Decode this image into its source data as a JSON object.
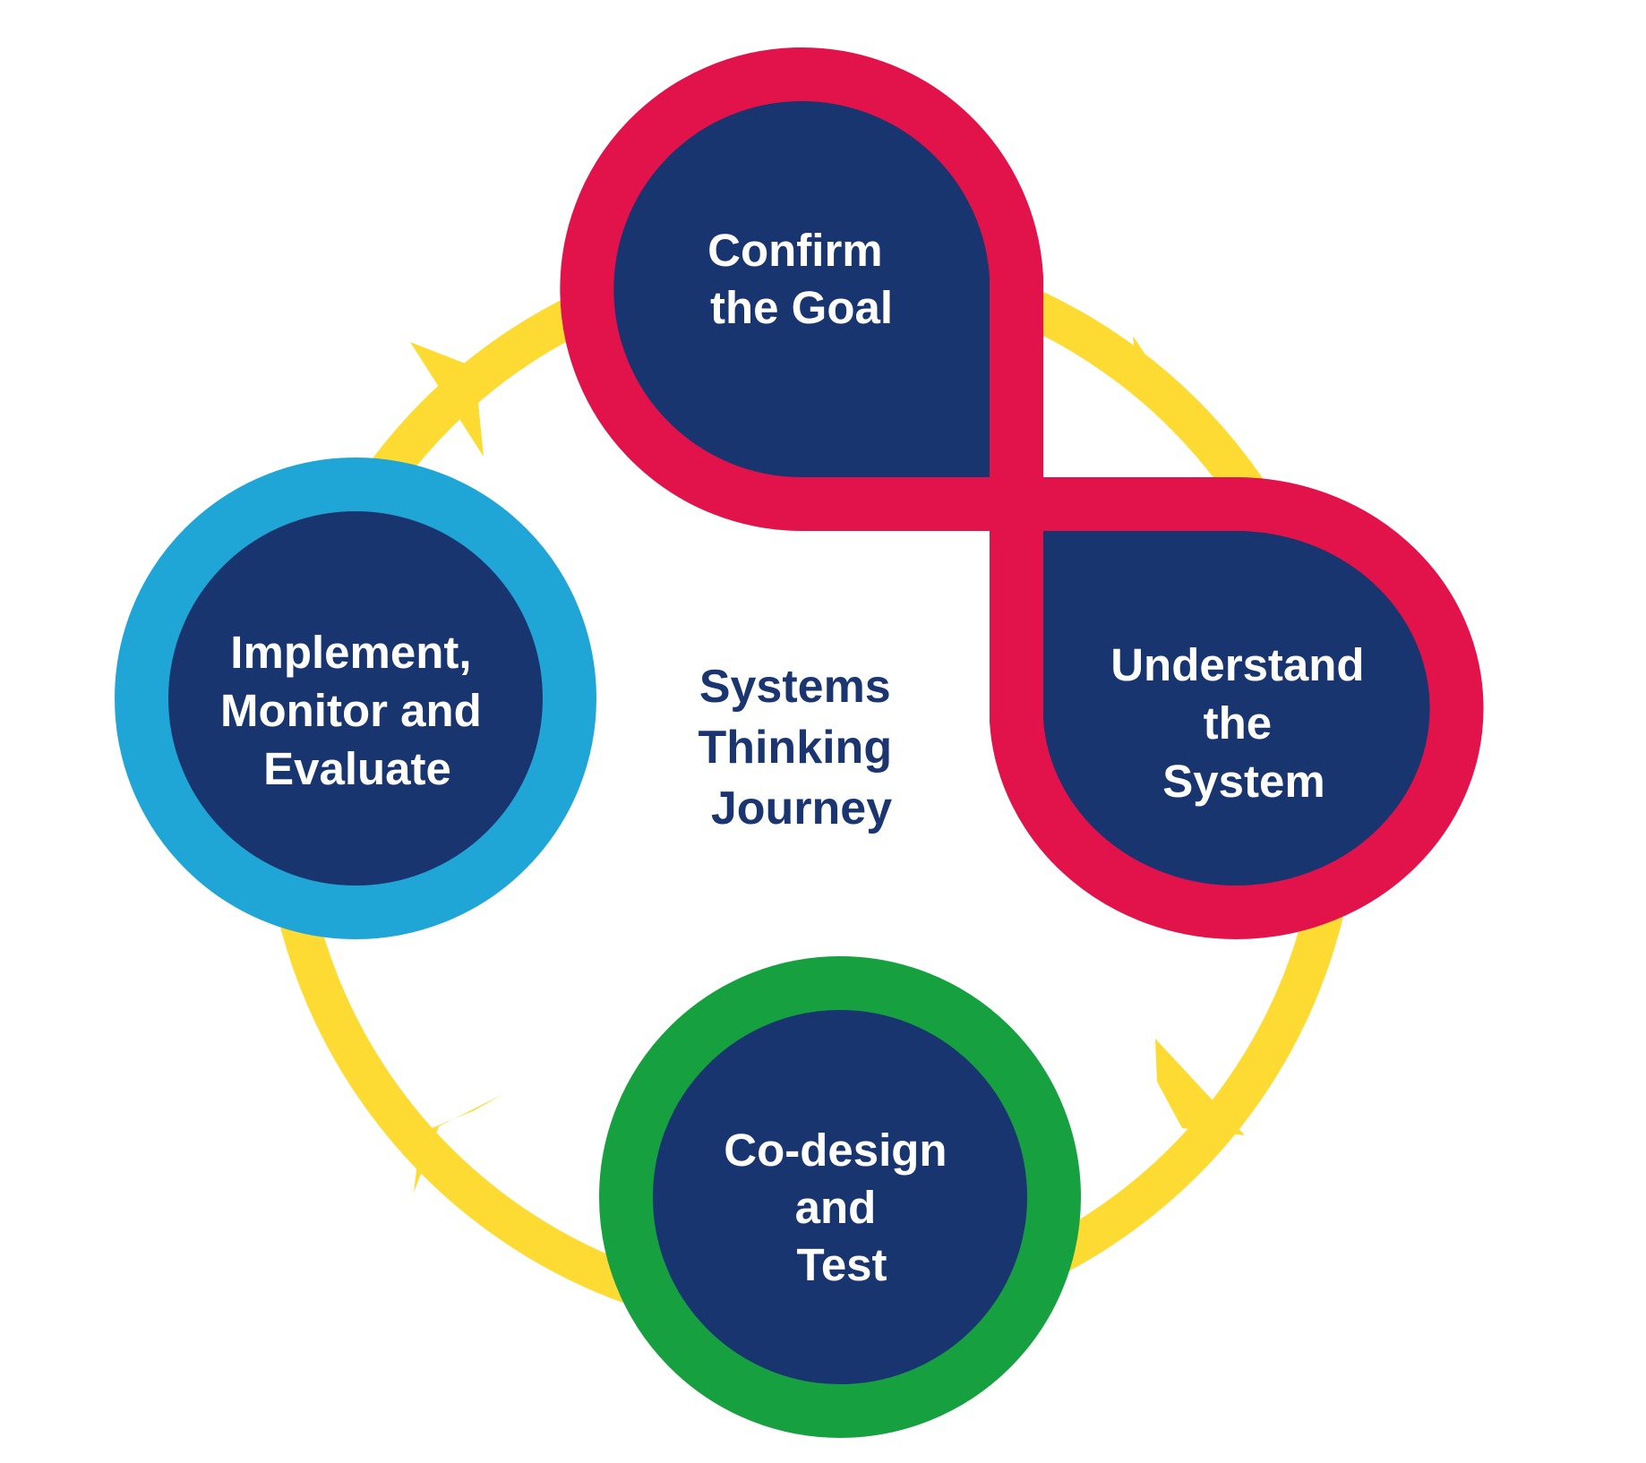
{
  "diagram": {
    "center_title": [
      "Systems",
      "Thinking",
      "Journey"
    ],
    "stages": [
      {
        "id": "confirm-goal",
        "lines": [
          "Confirm",
          "the Goal"
        ],
        "ring_color": "#e2124a"
      },
      {
        "id": "understand-system",
        "lines": [
          "Understand",
          "the",
          "System"
        ],
        "ring_color": "#e2124a"
      },
      {
        "id": "co-design-test",
        "lines": [
          "Co-design",
          "and",
          "Test"
        ],
        "ring_color": "#17a040"
      },
      {
        "id": "implement-monitor-evaluate",
        "lines": [
          "Implement,",
          "Monitor and",
          "Evaluate"
        ],
        "ring_color": "#1fa6d6"
      }
    ],
    "colors": {
      "cycle_arrow": "#fddb33",
      "node_fill": "#193570",
      "node_text": "#ffffff",
      "center_text": "#1b3570"
    },
    "flow_direction": "clockwise"
  }
}
